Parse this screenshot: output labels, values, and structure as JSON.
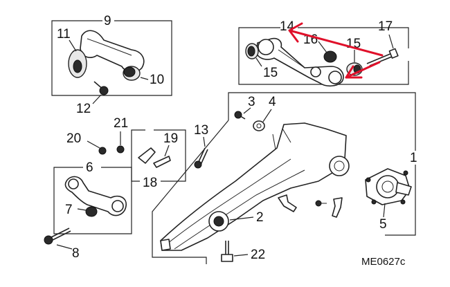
{
  "diagram": {
    "code": "ME0627c",
    "callouts": {
      "c1": "1",
      "c2": "2",
      "c3": "3",
      "c4": "4",
      "c5": "5",
      "c6": "6",
      "c7": "7",
      "c8": "8",
      "c9": "9",
      "c10": "10",
      "c11": "11",
      "c12": "12",
      "c13": "13",
      "c14": "14",
      "c15a": "15",
      "c15b": "15",
      "c16": "16",
      "c17": "17",
      "c18": "18",
      "c19": "19",
      "c20": "20",
      "c21": "21",
      "c22": "22"
    },
    "colors": {
      "annotation_arrow": "#e0102a",
      "line": "#222222",
      "background": "#ffffff"
    },
    "annotations": [
      "red-arrow-to-part-14",
      "red-arrow-to-part-15-bushing"
    ]
  }
}
